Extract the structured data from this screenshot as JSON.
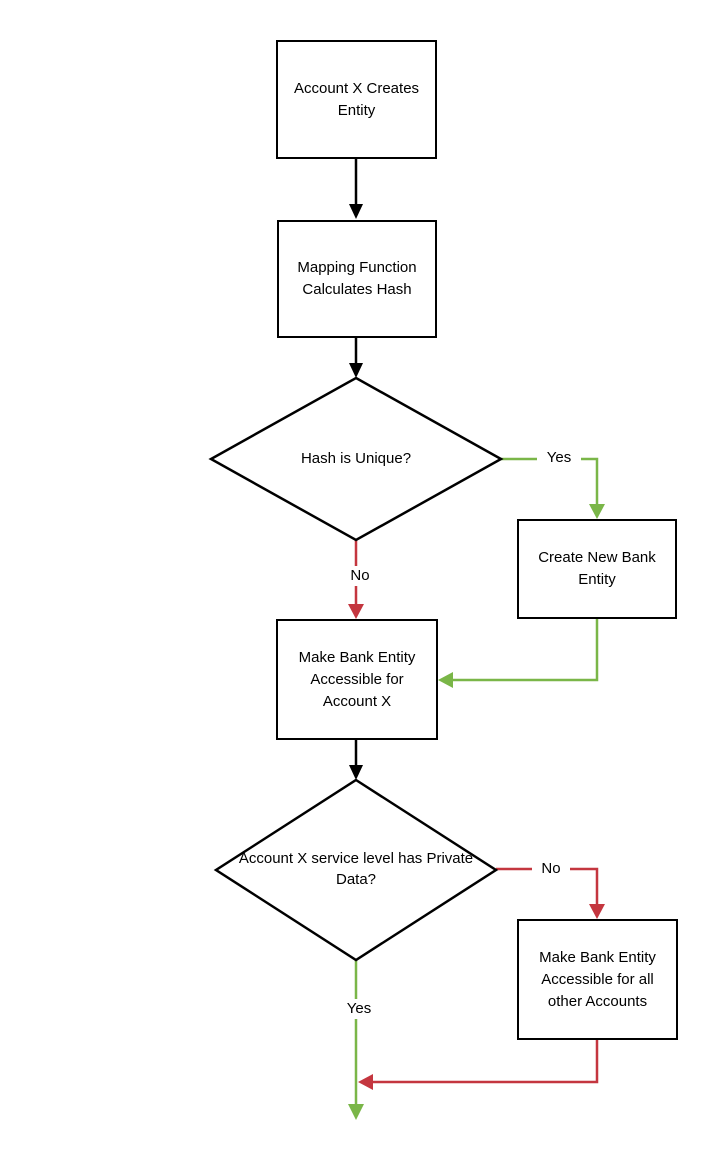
{
  "colors": {
    "line_black": "#000000",
    "yes_green": "#7ab648",
    "no_red": "#c4363f",
    "node_fill": "#ffffff",
    "node_border": "#000000"
  },
  "flowchart": {
    "nodes": {
      "account_creates_entity": {
        "type": "process",
        "label": "Account X Creates Entity"
      },
      "mapping_function": {
        "type": "process",
        "label": "Mapping Function Calculates Hash"
      },
      "hash_is_unique": {
        "type": "decision",
        "label": "Hash is Unique?"
      },
      "create_new_bank_entity": {
        "type": "process",
        "label": "Create New Bank Entity"
      },
      "accessible_for_account_x": {
        "type": "process",
        "label": "Make Bank Entity Accessible for Account X"
      },
      "service_level_private_data": {
        "type": "decision",
        "label": "Account X service level has Private Data?"
      },
      "accessible_for_all_other": {
        "type": "process",
        "label": "Make Bank Entity Accessible for all other Accounts"
      }
    },
    "edge_labels": {
      "hash_yes": "Yes",
      "hash_no": "No",
      "private_no": "No",
      "private_yes": "Yes"
    }
  }
}
